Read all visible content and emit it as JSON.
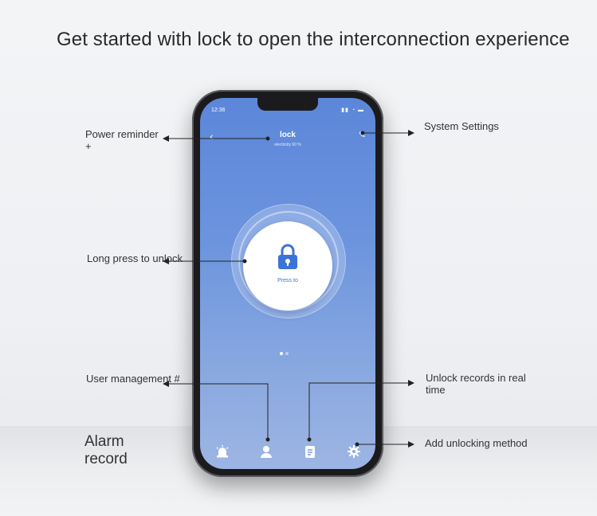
{
  "headline": "Get started with lock to open the interconnection experience",
  "phone": {
    "status_time": "12:36",
    "status_icons": "▮▮ ◔ ▬",
    "title": "lock",
    "subtitle": "electricity 60 %",
    "press_label": "Press to"
  },
  "callouts": {
    "power_reminder": "Power reminder +",
    "system_settings": "System Settings",
    "long_press": "Long press to unlock",
    "user_management": "User management #",
    "unlock_records": "Unlock records in real time",
    "alarm_record": "Alarm record",
    "add_unlocking": "Add unlocking method"
  },
  "icons": {
    "back": "chevron-left-icon",
    "settings": "edit-icon",
    "lock": "padlock-icon",
    "alarm": "alarm-icon",
    "user": "user-icon",
    "records": "records-icon",
    "add_method": "gear-icon"
  },
  "colors": {
    "screen_top": "#5c86d9",
    "screen_bottom": "#9db5e3",
    "accent": "#3b73d6"
  }
}
